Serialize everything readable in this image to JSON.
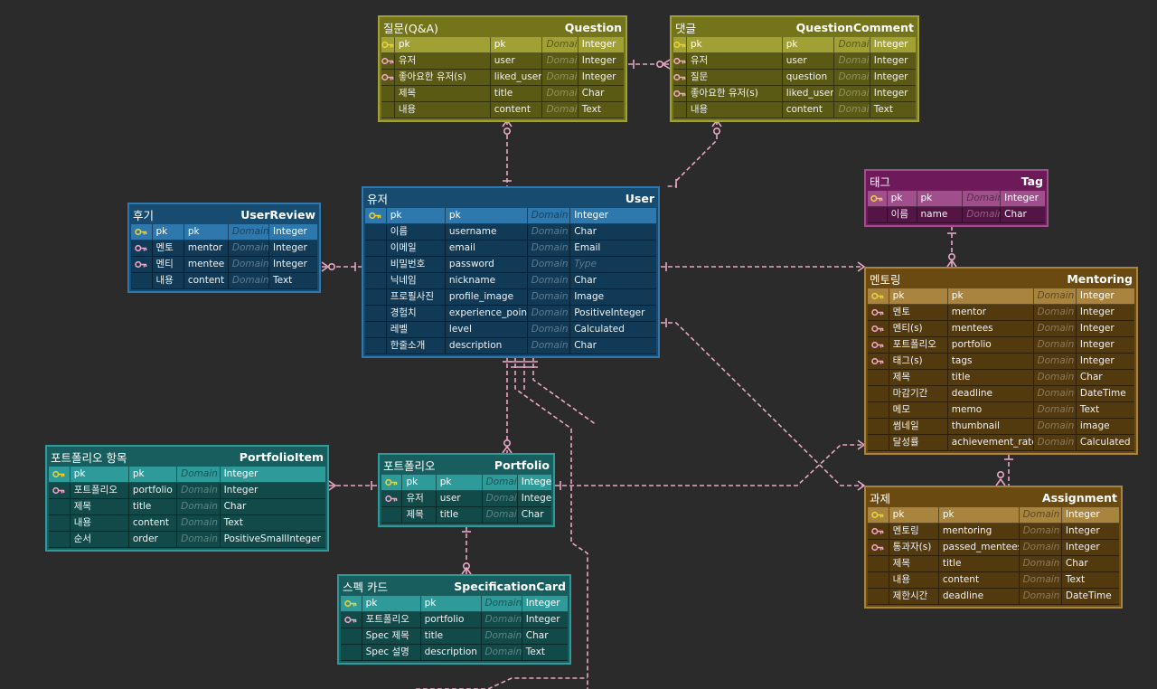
{
  "tables": {
    "question": {
      "label": "질문(Q&A)",
      "model": "Question",
      "color": "#74741a",
      "pk_color": "#a0a035",
      "rows": [
        {
          "kind": "pk",
          "label": "pk",
          "field": "pk",
          "domain": "Domain",
          "type": "Integer"
        },
        {
          "kind": "fk",
          "label": "유저",
          "field": "user",
          "domain": "Domain",
          "type": "Integer"
        },
        {
          "kind": "fk",
          "label": "좋아요한 유저(s)",
          "field": "liked_user",
          "domain": "Domain",
          "type": "Integer"
        },
        {
          "kind": "",
          "label": "제목",
          "field": "title",
          "domain": "Domain",
          "type": "Char"
        },
        {
          "kind": "",
          "label": "내용",
          "field": "content",
          "domain": "Domain",
          "type": "Text"
        }
      ]
    },
    "question_comment": {
      "label": "댓글",
      "model": "QuestionComment",
      "color": "#74741a",
      "pk_color": "#a0a035",
      "rows": [
        {
          "kind": "pk",
          "label": "pk",
          "field": "pk",
          "domain": "Domain",
          "type": "Integer"
        },
        {
          "kind": "fk",
          "label": "유저",
          "field": "user",
          "domain": "Domain",
          "type": "Integer"
        },
        {
          "kind": "fk",
          "label": "질문",
          "field": "question",
          "domain": "Domain",
          "type": "Integer"
        },
        {
          "kind": "fk",
          "label": "좋아요한 유저(s)",
          "field": "liked_user",
          "domain": "Domain",
          "type": "Integer"
        },
        {
          "kind": "",
          "label": "내용",
          "field": "content",
          "domain": "Domain",
          "type": "Text"
        }
      ]
    },
    "tag": {
      "label": "태그",
      "model": "Tag",
      "color": "#6e1a5a",
      "pk_color": "#a14f8c",
      "rows": [
        {
          "kind": "pk",
          "label": "pk",
          "field": "pk",
          "domain": "Domain",
          "type": "Integer"
        },
        {
          "kind": "",
          "label": "이름",
          "field": "name",
          "domain": "Domain",
          "type": "Char"
        }
      ]
    },
    "user": {
      "label": "유저",
      "model": "User",
      "color": "#174b70",
      "pk_color": "#2f78ad",
      "rows": [
        {
          "kind": "pk",
          "label": "pk",
          "field": "pk",
          "domain": "Domain",
          "type": "Integer"
        },
        {
          "kind": "",
          "label": "이름",
          "field": "username",
          "domain": "Domain",
          "type": "Char"
        },
        {
          "kind": "",
          "label": "이메일",
          "field": "email",
          "domain": "Domain",
          "type": "Email"
        },
        {
          "kind": "",
          "label": "비밀번호",
          "field": "password",
          "domain": "Domain",
          "type": "Type",
          "type_dim": true
        },
        {
          "kind": "",
          "label": "닉네임",
          "field": "nickname",
          "domain": "Domain",
          "type": "Char"
        },
        {
          "kind": "",
          "label": "프로필사진",
          "field": "profile_image",
          "domain": "Domain",
          "type": "Image"
        },
        {
          "kind": "",
          "label": "경험치",
          "field": "experience_point",
          "domain": "Domain",
          "type": "PositiveInteger"
        },
        {
          "kind": "",
          "label": "레벨",
          "field": "level",
          "domain": "Domain",
          "type": "Calculated"
        },
        {
          "kind": "",
          "label": "한줄소개",
          "field": "description",
          "domain": "Domain",
          "type": "Char"
        }
      ]
    },
    "user_review": {
      "label": "후기",
      "model": "UserReview",
      "color": "#174b70",
      "pk_color": "#2f78ad",
      "rows": [
        {
          "kind": "pk",
          "label": "pk",
          "field": "pk",
          "domain": "Domain",
          "type": "Integer"
        },
        {
          "kind": "fk",
          "label": "멘토",
          "field": "mentor",
          "domain": "Domain",
          "type": "Integer"
        },
        {
          "kind": "fk",
          "label": "멘티",
          "field": "mentee",
          "domain": "Domain",
          "type": "Integer"
        },
        {
          "kind": "",
          "label": "내용",
          "field": "content",
          "domain": "Domain",
          "type": "Text"
        }
      ]
    },
    "mentoring": {
      "label": "멘토링",
      "model": "Mentoring",
      "color": "#6b4a12",
      "pk_color": "#a8843e",
      "rows": [
        {
          "kind": "pk",
          "label": "pk",
          "field": "pk",
          "domain": "Domain",
          "type": "Integer"
        },
        {
          "kind": "fk",
          "label": "멘토",
          "field": "mentor",
          "domain": "Domain",
          "type": "Integer"
        },
        {
          "kind": "fk",
          "label": "멘티(s)",
          "field": "mentees",
          "domain": "Domain",
          "type": "Integer"
        },
        {
          "kind": "fk",
          "label": "포트폴리오",
          "field": "portfolio",
          "domain": "Domain",
          "type": "Integer"
        },
        {
          "kind": "fk",
          "label": "태그(s)",
          "field": "tags",
          "domain": "Domain",
          "type": "Integer"
        },
        {
          "kind": "",
          "label": "제목",
          "field": "title",
          "domain": "Domain",
          "type": "Char"
        },
        {
          "kind": "",
          "label": "마감기간",
          "field": "deadline",
          "domain": "Domain",
          "type": "DateTime"
        },
        {
          "kind": "",
          "label": "메모",
          "field": "memo",
          "domain": "Domain",
          "type": "Text"
        },
        {
          "kind": "",
          "label": "썸네일",
          "field": "thumbnail",
          "domain": "Domain",
          "type": "image"
        },
        {
          "kind": "",
          "label": "달성률",
          "field": "achievement_rate",
          "domain": "Domain",
          "type": "Calculated"
        }
      ]
    },
    "assignment": {
      "label": "과제",
      "model": "Assignment",
      "color": "#6b4a12",
      "pk_color": "#a8843e",
      "rows": [
        {
          "kind": "pk",
          "label": "pk",
          "field": "pk",
          "domain": "Domain",
          "type": "Integer"
        },
        {
          "kind": "fk",
          "label": "멘토링",
          "field": "mentoring",
          "domain": "Domain",
          "type": "Integer"
        },
        {
          "kind": "fk",
          "label": "통과자(s)",
          "field": "passed_mentees",
          "domain": "Domain",
          "type": "Integer"
        },
        {
          "kind": "",
          "label": "제목",
          "field": "title",
          "domain": "Domain",
          "type": "Char"
        },
        {
          "kind": "",
          "label": "내용",
          "field": "content",
          "domain": "Domain",
          "type": "Text"
        },
        {
          "kind": "",
          "label": "제한시간",
          "field": "deadline",
          "domain": "Domain",
          "type": "DateTime"
        }
      ]
    },
    "portfolio_item": {
      "label": "포트폴리오 항목",
      "model": "PortfolioItem",
      "color": "#185e5e",
      "pk_color": "#2f9a9a",
      "rows": [
        {
          "kind": "pk",
          "label": "pk",
          "field": "pk",
          "domain": "Domain",
          "type": "Integer"
        },
        {
          "kind": "fk",
          "label": "포트폴리오",
          "field": "portfolio",
          "domain": "Domain",
          "type": "Integer"
        },
        {
          "kind": "",
          "label": "제목",
          "field": "title",
          "domain": "Domain",
          "type": "Char"
        },
        {
          "kind": "",
          "label": "내용",
          "field": "content",
          "domain": "Domain",
          "type": "Text"
        },
        {
          "kind": "",
          "label": "순서",
          "field": "order",
          "domain": "Domain",
          "type": "PositiveSmallInteger"
        }
      ]
    },
    "portfolio": {
      "label": "포트폴리오",
      "model": "Portfolio",
      "color": "#185e5e",
      "pk_color": "#2f9a9a",
      "rows": [
        {
          "kind": "pk",
          "label": "pk",
          "field": "pk",
          "domain": "Domain",
          "type": "Integer"
        },
        {
          "kind": "fk",
          "label": "유저",
          "field": "user",
          "domain": "Domain",
          "type": "Integer"
        },
        {
          "kind": "",
          "label": "제목",
          "field": "title",
          "domain": "Domain",
          "type": "Char"
        }
      ]
    },
    "specification_card": {
      "label": "스펙 카드",
      "model": "SpecificationCard",
      "color": "#185e5e",
      "pk_color": "#2f9a9a",
      "rows": [
        {
          "kind": "pk",
          "label": "pk",
          "field": "pk",
          "domain": "Domain",
          "type": "Integer"
        },
        {
          "kind": "fk",
          "label": "포트폴리오",
          "field": "portfolio",
          "domain": "Domain",
          "type": "Integer"
        },
        {
          "kind": "",
          "label": "Spec 제목",
          "field": "title",
          "domain": "Domain",
          "type": "Char"
        },
        {
          "kind": "",
          "label": "Spec 설명",
          "field": "description",
          "domain": "Domain",
          "type": "Text"
        }
      ]
    }
  },
  "colors": {
    "link": "#e7a8c4",
    "pk_key": "#e8d23a",
    "fk_key": "#f0a6c2",
    "background": "#2b2b2b"
  }
}
